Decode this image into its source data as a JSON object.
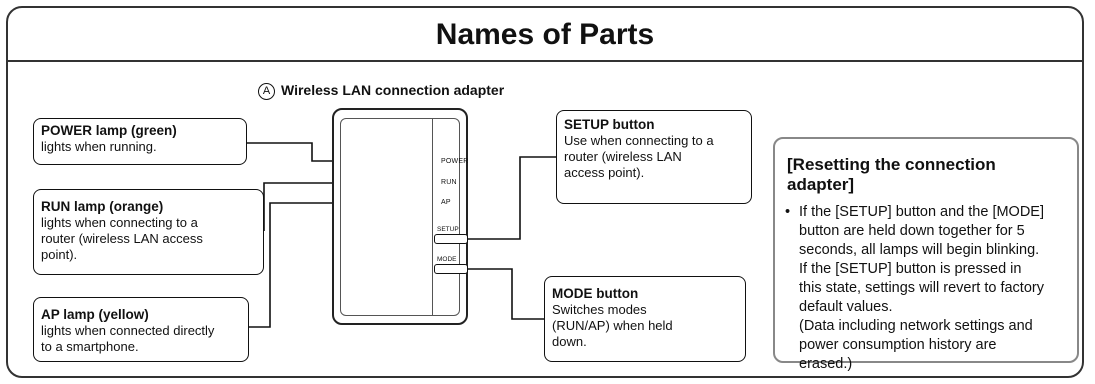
{
  "title": "Names of Parts",
  "adapter": {
    "marker": "A",
    "caption": "Wireless LAN connection adapter",
    "lamps": [
      "POWER",
      "RUN",
      "AP"
    ],
    "buttons": [
      "SETUP",
      "MODE"
    ]
  },
  "callouts": {
    "power": {
      "heading": "POWER lamp (green)",
      "lines": [
        "lights when running."
      ]
    },
    "run": {
      "heading": "RUN lamp (orange)",
      "lines": [
        "lights when connecting to a",
        "router (wireless LAN access",
        "point)."
      ]
    },
    "ap": {
      "heading": "AP lamp (yellow)",
      "lines": [
        "lights when connected directly",
        "to a smartphone."
      ]
    },
    "setup": {
      "heading": "SETUP button",
      "lines": [
        "Use when connecting to a",
        "router (wireless LAN",
        "access point)."
      ]
    },
    "mode": {
      "heading": "MODE button",
      "lines": [
        "Switches modes",
        "(RUN/AP) when held",
        "down."
      ]
    }
  },
  "reset": {
    "title": "[Resetting the connection adapter]",
    "bullet": "•",
    "lines": [
      "If the [SETUP] button and the [MODE]",
      "button are held down together for 5",
      "seconds, all lamps will begin blinking.",
      "If the [SETUP] button is pressed in",
      "this state, settings will revert to factory",
      "default values.",
      "(Data including network settings and",
      "power consumption history are",
      "erased.)"
    ]
  }
}
